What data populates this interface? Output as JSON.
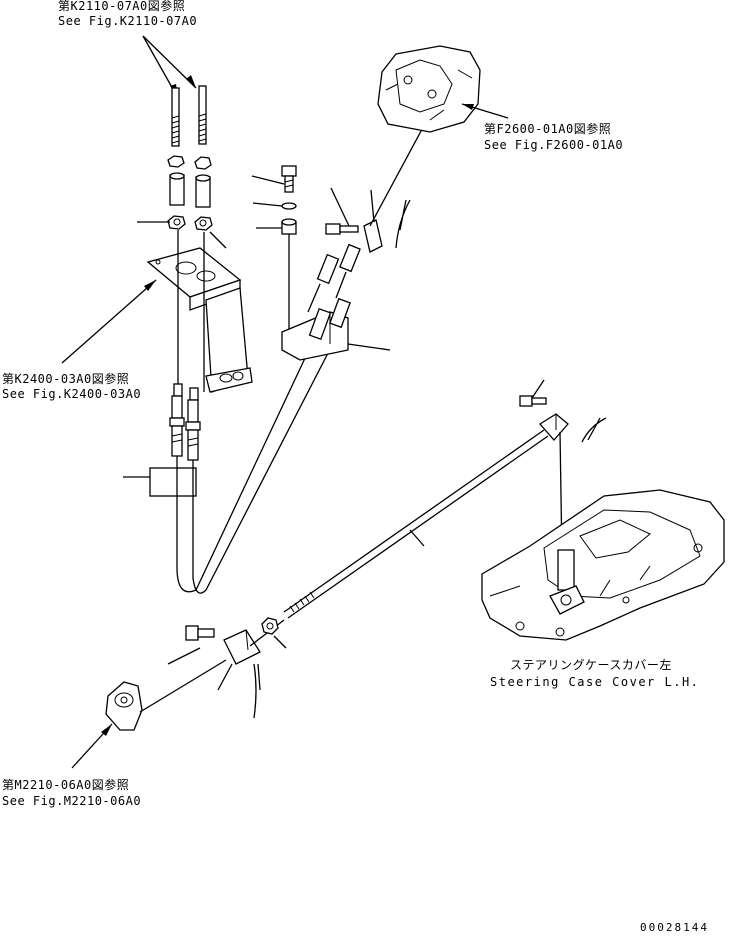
{
  "labels": {
    "k2110_jp": "第K2110-07A0図参照",
    "k2110_en": "See Fig.K2110-07A0",
    "f2600_jp": "第F2600-01A0図参照",
    "f2600_en": "See Fig.F2600-01A0",
    "k2400_jp": "第K2400-03A0図参照",
    "k2400_en": "See Fig.K2400-03A0",
    "steering_jp": "ステアリングケースカバー左",
    "steering_en": "Steering Case Cover L.H.",
    "m2210_jp": "第M2210-06A0図参照",
    "m2210_en": "See Fig.M2210-06A0",
    "drawing_no": "00028144"
  }
}
